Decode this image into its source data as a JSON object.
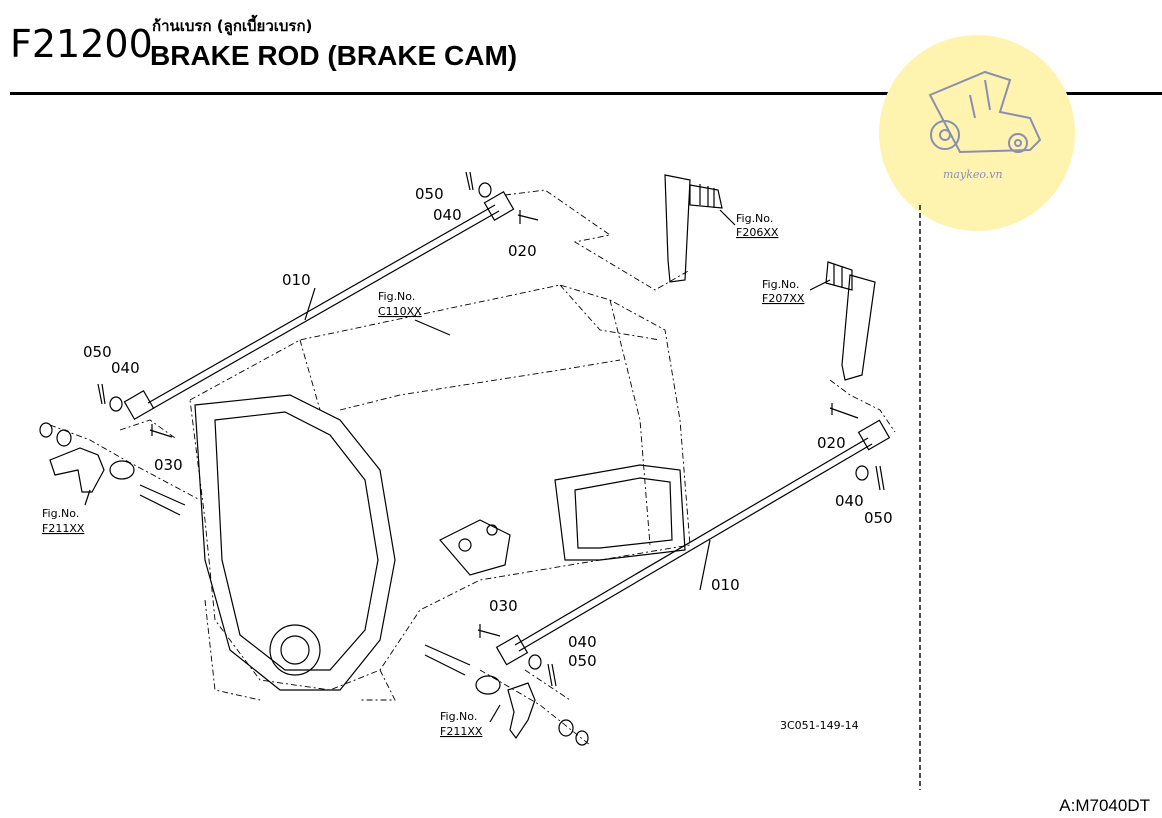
{
  "header": {
    "code": "F21200",
    "title_th": "ก้านเบรก (ลูกเบี้ยวเบรก)",
    "title_en": "BRAKE ROD (BRAKE CAM)"
  },
  "watermark": {
    "text": "maykeo.vn",
    "color": "#fff3b0",
    "icon": "tractor-icon"
  },
  "callouts": {
    "c050a": "050",
    "c040a": "040",
    "c020a": "020",
    "c010a": "010",
    "c050b": "050",
    "c040b": "040",
    "c030a": "030",
    "c020b": "020",
    "c040c": "040",
    "c050c": "050",
    "c010b": "010",
    "c030b": "030",
    "c040d": "040",
    "c050d": "050"
  },
  "refs": {
    "f206_label": "Fig.No.",
    "f206_code": "F206XX",
    "f207_label": "Fig.No.",
    "f207_code": "F207XX",
    "c110_label": "Fig.No.",
    "c110_code": "C110XX",
    "f211a_label": "Fig.No.",
    "f211a_code": "F211XX",
    "f211b_label": "Fig.No.",
    "f211b_code": "F211XX"
  },
  "drawing_code": "3C051-149-14",
  "model": "A:M7040DT"
}
